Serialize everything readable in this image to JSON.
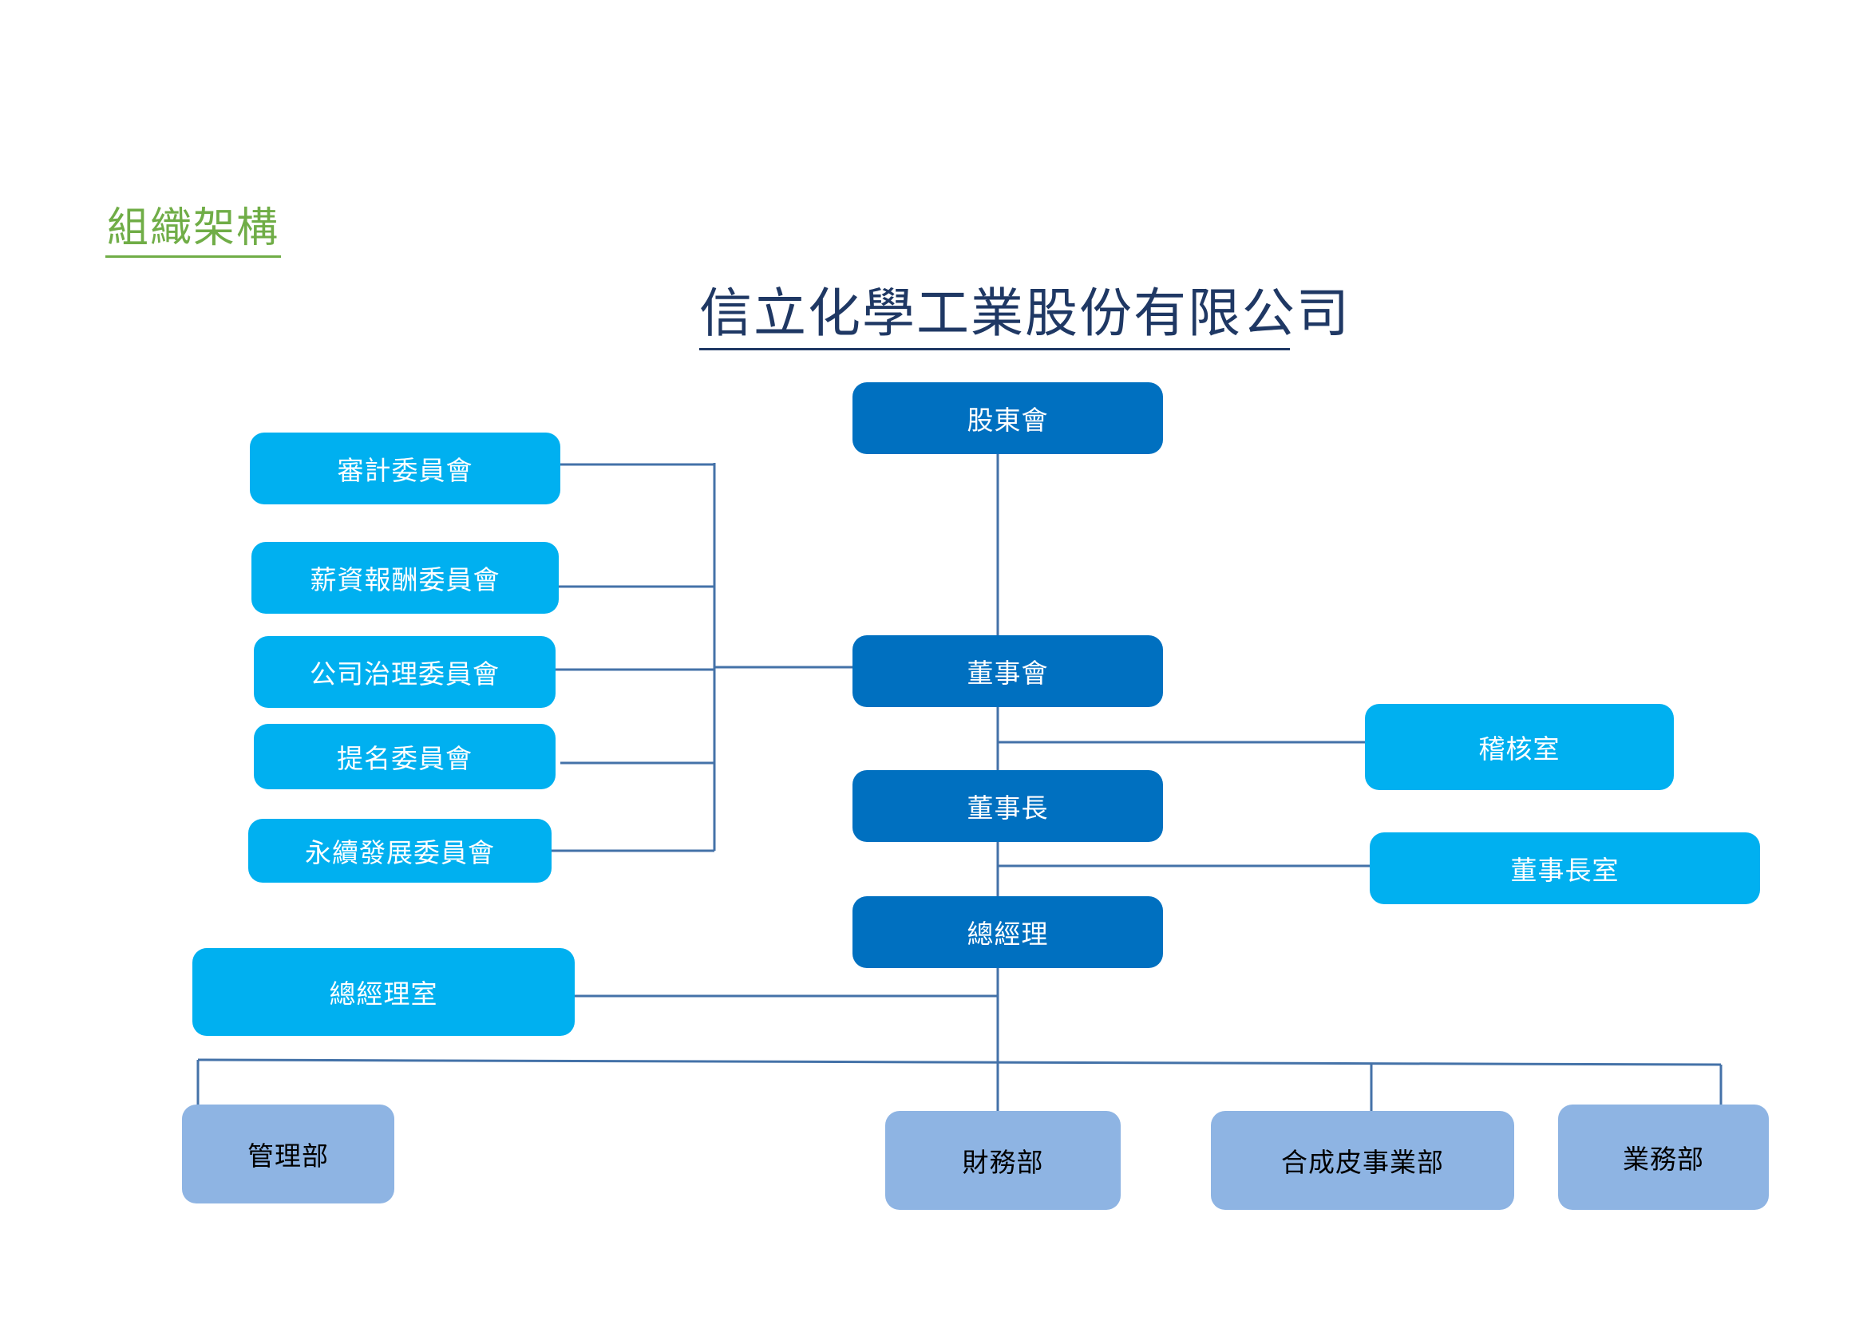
{
  "heading": "組織架構",
  "company_name": "信立化學工業股份有限公司",
  "colors": {
    "heading": "#70ad47",
    "title": "#1f3864",
    "primary_box": "#0070c0",
    "committee_box": "#00b0f0",
    "department_box": "#8eb4e3",
    "connector": "#4472a8"
  },
  "nodes": {
    "shareholders_meeting": "股東會",
    "board_of_directors": "董事會",
    "chairman": "董事長",
    "general_manager": "總經理",
    "audit_committee": "審計委員會",
    "compensation_committee": "薪資報酬委員會",
    "governance_committee": "公司治理委員會",
    "nomination_committee": "提名委員會",
    "sustainability_committee": "永續發展委員會",
    "internal_audit_office": "稽核室",
    "chairman_office": "董事長室",
    "gm_office": "總經理室",
    "management_dept": "管理部",
    "finance_dept": "財務部",
    "synthetic_leather_division": "合成皮事業部",
    "sales_dept": "業務部"
  }
}
